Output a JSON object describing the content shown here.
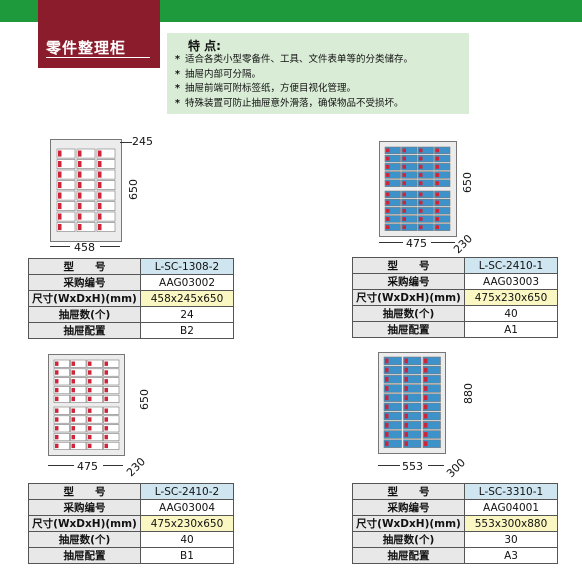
{
  "header": {
    "title": "零件整理柜",
    "features_heading": "特 点:",
    "features": [
      "适合各类小型零备件、工具、文件表单等的分类储存。",
      "抽屉内部可分隔。",
      "抽屉前端可附标签纸，方便目视化管理。",
      "特殊装置可防止抽屉意外滑落，确保物品不受损坏。"
    ],
    "bullet": "*"
  },
  "colors": {
    "green": "#1e9a3c",
    "maroon": "#8b1c2c",
    "light_green": "#d9edd6",
    "drawer_blue": "#3c92c9",
    "drawer_red": "#d0243a"
  },
  "products": [
    {
      "dims": {
        "width": "458",
        "depth": "245",
        "height": "650"
      },
      "rows": [
        {
          "key": "型　　号",
          "value": "L-SC-1308-2"
        },
        {
          "key": "采购编号",
          "value": "AAG03002"
        },
        {
          "key": "尺寸(WxDxH)(mm)",
          "value": "458x245x650"
        },
        {
          "key": "抽屉数(个)",
          "value": "24"
        },
        {
          "key": "抽屉配置",
          "value": "B2"
        }
      ]
    },
    {
      "dims": {
        "width": "475",
        "depth": "230",
        "height": "650"
      },
      "rows": [
        {
          "key": "型　　号",
          "value": "L-SC-2410-1"
        },
        {
          "key": "采购编号",
          "value": "AAG03003"
        },
        {
          "key": "尺寸(WxDxH)(mm)",
          "value": "475x230x650"
        },
        {
          "key": "抽屉数(个)",
          "value": "40"
        },
        {
          "key": "抽屉配置",
          "value": "A1"
        }
      ]
    },
    {
      "dims": {
        "width": "475",
        "depth": "230",
        "height": "650"
      },
      "rows": [
        {
          "key": "型　　号",
          "value": "L-SC-2410-2"
        },
        {
          "key": "采购编号",
          "value": "AAG03004"
        },
        {
          "key": "尺寸(WxDxH)(mm)",
          "value": "475x230x650"
        },
        {
          "key": "抽屉数(个)",
          "value": "40"
        },
        {
          "key": "抽屉配置",
          "value": "B1"
        }
      ]
    },
    {
      "dims": {
        "width": "553",
        "depth": "300",
        "height": "880"
      },
      "rows": [
        {
          "key": "型　　号",
          "value": "L-SC-3310-1"
        },
        {
          "key": "采购编号",
          "value": "AAG04001"
        },
        {
          "key": "尺寸(WxDxH)(mm)",
          "value": "553x300x880"
        },
        {
          "key": "抽屉数(个)",
          "value": "30"
        },
        {
          "key": "抽屉配置",
          "value": "A3"
        }
      ]
    }
  ]
}
